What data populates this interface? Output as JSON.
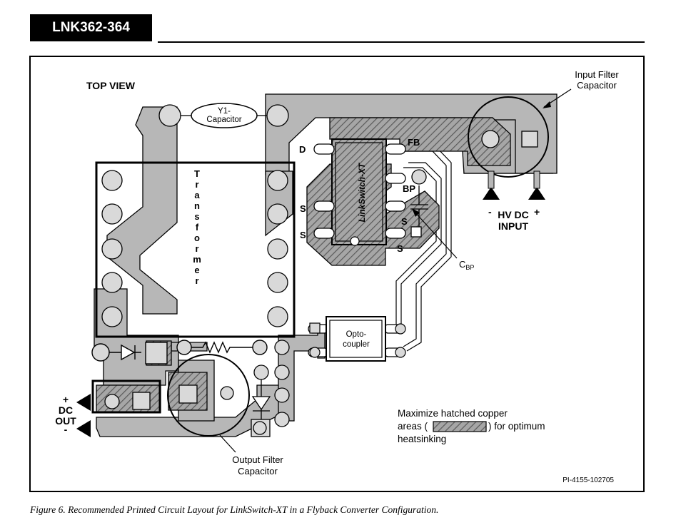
{
  "header": {
    "part_number": "LNK362-364"
  },
  "view_label": "TOP VIEW",
  "labels": {
    "y1_cap_line1": "Y1-",
    "y1_cap_line2": "Capacitor",
    "transformer_letters": [
      "T",
      "r",
      "a",
      "n",
      "s",
      "f",
      "o",
      "r",
      "m",
      "e",
      "r"
    ],
    "input_filter_line1": "Input Filter",
    "input_filter_line2": "Capacitor",
    "ic_name": "LinkSwitch-XT",
    "pin_d": "D",
    "pin_fb": "FB",
    "pin_bp": "BP",
    "pin_s": "S",
    "hv_minus": "-",
    "hv_plus": "+",
    "hv_line1": "HV DC",
    "hv_line2": "INPUT",
    "cbp_main": "C",
    "cbp_sub": "BP",
    "opto_line1": "Opto-",
    "opto_line2": "coupler",
    "dc_plus": "+",
    "dc_line1": "DC",
    "dc_line2": "OUT",
    "dc_minus": "-",
    "output_filter_line1": "Output Filter",
    "output_filter_line2": "Capacitor",
    "legend_line1": "Maximize hatched copper",
    "legend_line2a": "areas (",
    "legend_line2b": ") for optimum",
    "legend_line3": "heatsinking",
    "doc_id": "PI-4155-102705"
  },
  "colors": {
    "copper": "#b7b7b7",
    "pad": "#d9d9d9",
    "outline": "#000000",
    "hatch": "#6e6e6e"
  },
  "caption": "Figure 6. Recommended Printed Circuit Layout for LinkSwitch-XT in a Flyback Converter Configuration."
}
